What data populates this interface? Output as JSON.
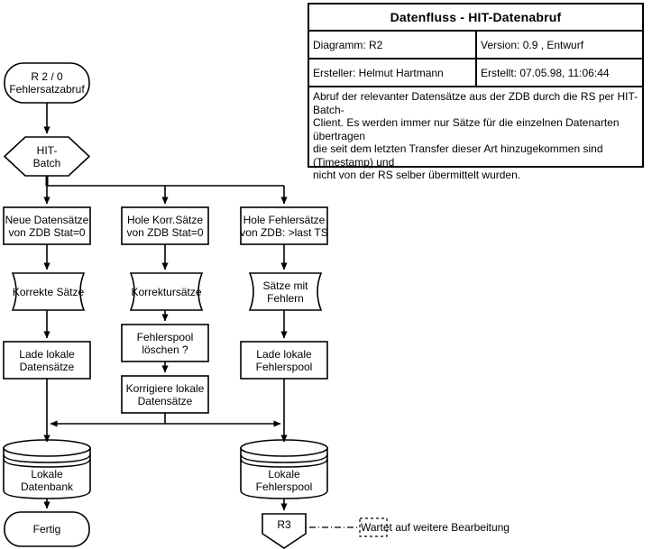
{
  "doc_header": {
    "title": "Datenfluss - HIT-Datenabruf",
    "diagram_label": "Diagramm: R2",
    "version_label": "Version: 0.9 , Entwurf",
    "author_label": "Ersteller: Helmut Hartmann",
    "created_label": "Erstellt:  07.05.98, 11:06:44",
    "description_lines": [
      "Abruf der relevanter Datensätze aus der ZDB durch die RS per HIT-Batch-",
      "Client. Es werden immer nur Sätze für die einzelnen Datenarten übertragen",
      "die seit dem letzten Transfer dieser Art hinzugekommen sind (Timestamp) und",
      "nicht von der RS selber übermittelt wurden."
    ]
  },
  "flow": {
    "start": {
      "line1": "R 2 / 0",
      "line2": "Fehlersatzabruf"
    },
    "hit_batch": {
      "line1": "HIT-",
      "line2": "Batch"
    },
    "col1": {
      "process1": {
        "line1": "Neue Datensätze",
        "line2": "von ZDB Stat=0"
      },
      "data1": {
        "line1": "Korrekte Sätze",
        "line2": ""
      },
      "process2": {
        "line1": "Lade lokale",
        "line2": "Datensätze"
      },
      "db": {
        "line1": "Lokale",
        "line2": "Datenbank"
      },
      "end": {
        "line1": "Fertig",
        "line2": ""
      }
    },
    "col2": {
      "process1": {
        "line1": "Hole Korr.Sätze",
        "line2": "von ZDB Stat=0"
      },
      "data1": {
        "line1": "Korrektursätze",
        "line2": ""
      },
      "process2": {
        "line1": "Fehlerspool",
        "line2": "löschen ?"
      },
      "process3": {
        "line1": "Korrigiere lokale",
        "line2": "Datensätze"
      }
    },
    "col3": {
      "process1": {
        "line1": "Hole Fehlersätze",
        "line2": "von ZDB: >last TS"
      },
      "data1": {
        "line1": "Sätze mit",
        "line2": "Fehlern"
      },
      "process2": {
        "line1": "Lade lokale",
        "line2": "Fehlerspool"
      },
      "db": {
        "line1": "Lokale",
        "line2": "Fehlerspool"
      },
      "connector": {
        "line1": "R3",
        "line2": ""
      }
    },
    "annotation": {
      "text": "Wartet auf weitere Bearbeitung"
    }
  },
  "colors": {
    "stroke": "#000000",
    "fill": "#ffffff",
    "background": "#ffffff"
  }
}
